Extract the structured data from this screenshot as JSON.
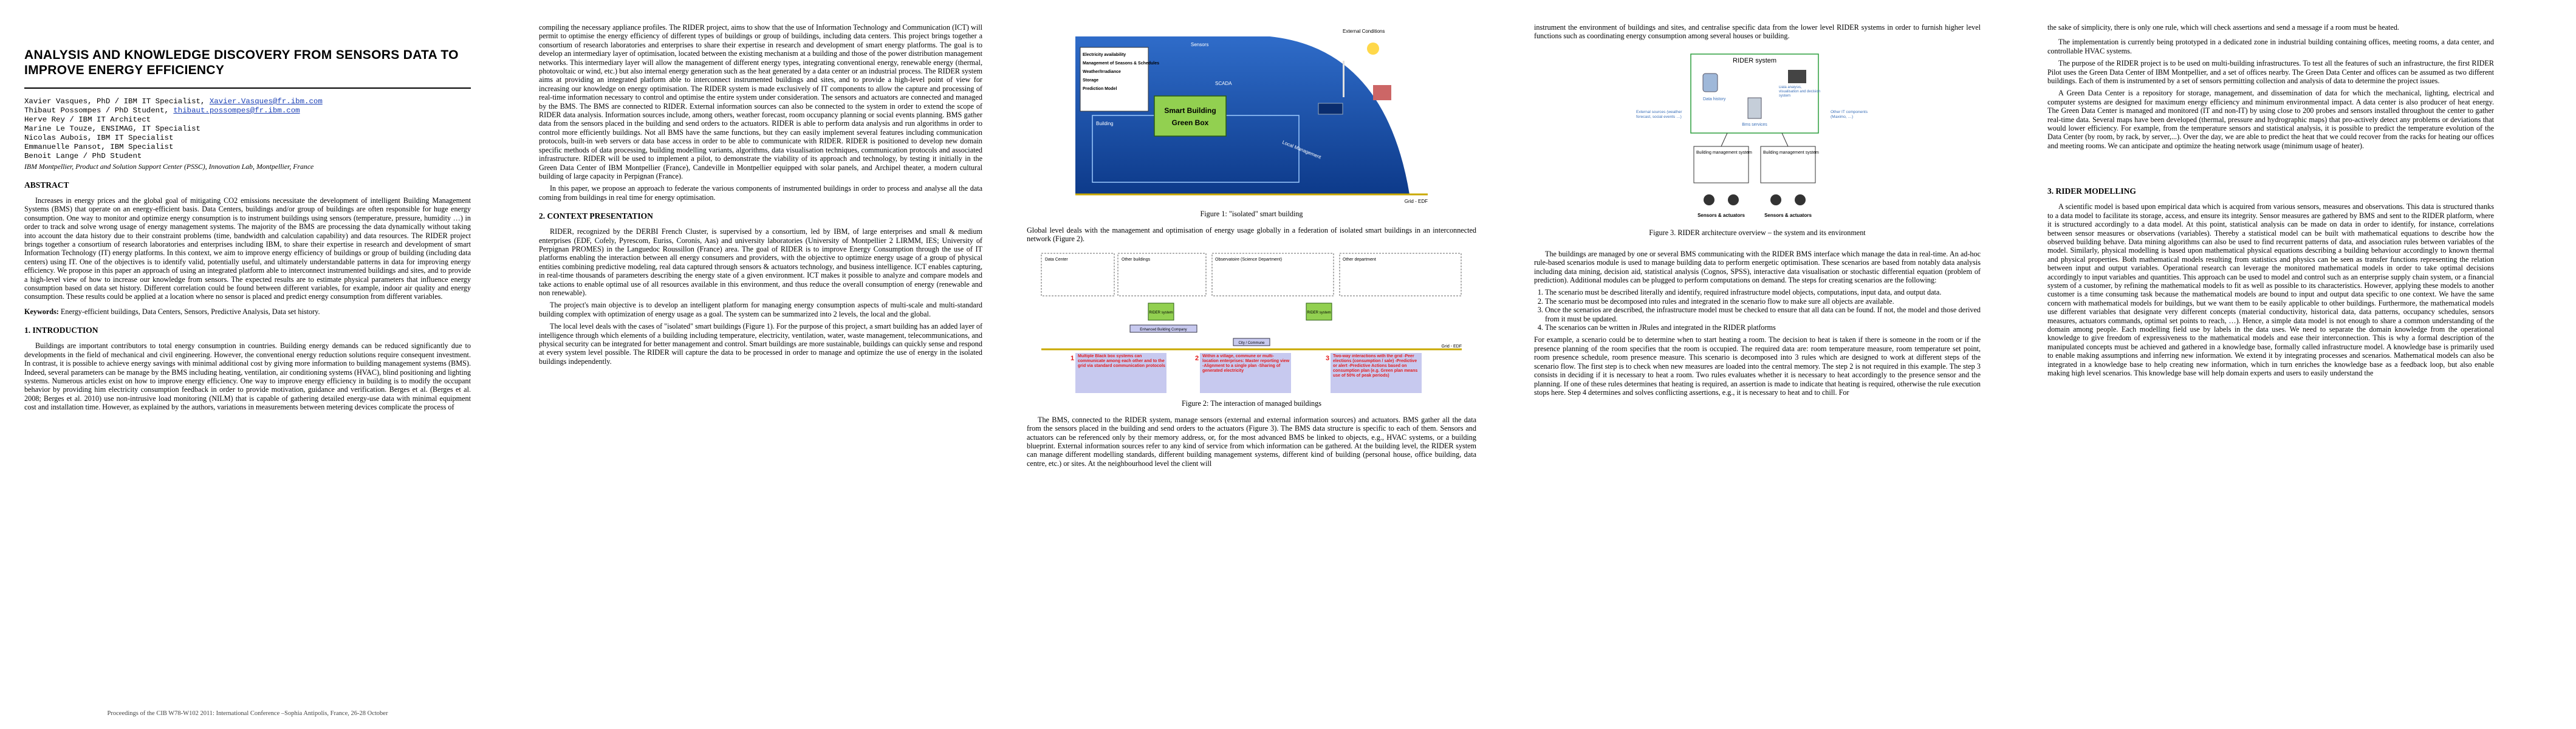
{
  "p1": {
    "title": "ANALYSIS AND KNOWLEDGE DISCOVERY FROM SENSORS DATA TO IMPROVE ENERGY EFFICIENCY",
    "authors": [
      {
        "text": "Xavier Vasques, PhD / IBM IT Specialist, ",
        "email": "Xavier.Vasques@fr.ibm.com"
      },
      {
        "text": "Thibaut Possompes / PhD Student, ",
        "email": "thibaut.possompes@fr.ibm.com"
      },
      {
        "text": "Herve Rey / IBM IT Architect",
        "email": ""
      },
      {
        "text": "Marine Le Touze, ENSIMAG, IT Specialist",
        "email": ""
      },
      {
        "text": "Nicolas Aubois, IBM IT Specialist",
        "email": ""
      },
      {
        "text": "Emmanuelle Pansot, IBM Specialist",
        "email": ""
      },
      {
        "text": "Benoit Lange / PhD Student",
        "email": ""
      }
    ],
    "affiliation": "IBM Montpellier, Product and Solution Support Center (PSSC), Innovation Lab, Montpellier, France",
    "abstract_heading": "ABSTRACT",
    "abstract": "Increases in energy prices and the global goal of mitigating CO2 emissions necessitate the development of intelligent Building Management Systems (BMS) that operate on an energy-efficient basis. Data Centers, buildings and/or group of buildings are often responsible for huge energy consumption. One way to monitor and optimize energy consumption is to instrument buildings using sensors (temperature, pressure, humidity …) in order to track and solve wrong usage of energy management systems. The majority of the BMS are processing the data dynamically without taking into account the data history due to their constraint problems (time, bandwidth and calculation capability) and data resources. The RIDER project brings together a consortium of research laboratories and enterprises including IBM, to share their expertise in research and development of smart Information Technology (IT) energy platforms. In this context, we aim to improve energy efficiency of buildings or group of building (including data centers) using IT. One of the objectives is to identify valid, potentially useful, and ultimately understandable patterns in data for improving energy efficiency. We propose in this paper an approach of using an integrated platform able to interconnect instrumented buildings and sites, and to provide a high-level view of how to increase our knowledge from sensors. The expected results are to estimate physical parameters that influence energy consumption based on data set history. Different correlation could be found between different variables, for example, indoor air quality and energy consumption. These results could be applied at a location where no sensor is placed and predict energy consumption from different variables.",
    "keywords_label": "Keywords:",
    "keywords": " Energy-efficient buildings, Data Centers, Sensors, Predictive Analysis, Data set history.",
    "intro_heading": "1. INTRODUCTION",
    "intro": "Buildings are important contributors to total energy consumption in countries. Building energy demands can be reduced significantly due to developments in the field of mechanical and civil engineering. However, the conventional energy reduction solutions require consequent investment. In contrast, it is possible to achieve energy savings with minimal additional cost by giving more information to building management systems (BMS). Indeed, several parameters can be manage by the BMS including heating, ventilation, air conditioning systems (HVAC), blind positioning and lighting systems. Numerous articles exist on how to improve energy efficiency. One way to improve energy efficiency in building is to modify the occupant behavior by providing him electricity consumption feedback in order to provide motivation, guidance and verification. Berges et al. (Berges et al. 2008; Berges et al. 2010) use non-intrusive load monitoring (NILM) that is capable of gathering detailed energy-use data with minimal equipment cost and installation time. However, as explained by the authors, variations in measurements between metering devices complicate the process of",
    "footer": "Proceedings of the CIB W78-W102 2011: International Conference –Sophia Antipolis, France, 26-28 October"
  },
  "p2": {
    "para1": "compiling the necessary appliance profiles. The RIDER project, aims to show that the use of Information Technology and Communication (ICT) will permit to optimise the energy efficiency of different types of buildings or group of buildings, including data centers. This project brings together a consortium of research laboratories and enterprises to share their expertise in research and development of smart energy platforms. The goal is to develop an intermediary layer of optimisation, located between the existing mechanism at a building and those of the power distribution management networks. This intermediary layer will allow the management of different energy types, integrating conventional energy, renewable energy (thermal, photovoltaic or wind, etc.) but also internal energy generation such as the heat generated by a data center or an industrial process. The RIDER system aims at providing an integrated platform able to interconnect instrumented buildings and sites, and to provide a high-level point of view for increasing our knowledge on energy optimisation. The RIDER system is made exclusively of IT components to allow the capture and processing of real-time information necessary to control and optimise the entire system under consideration. The sensors and actuators are connected and managed by the BMS. The BMS are connected to RIDER. External information sources can also be connected to the system in order to extend the scope of RIDER data analysis. Information sources include, among others, weather forecast, room occupancy planning or social events planning. BMS gather data from the sensors placed in the building and send orders to the actuators. RIDER is able to perform data analysis and run algorithms in order to control more efficiently buildings. Not all BMS have the same functions, but they can easily implement several features including communication protocols, built-in web servers or data base access in order to be able to communicate with RIDER. RIDER is positioned to develop new domain specific methods of data processing, building modelling variants, algorithms, data visualisation techniques, communication protocols and associated infrastructure. RIDER will be used to implement a pilot, to demonstrate the viability of its approach and technology, by testing it initially in the Green Data Center of IBM Montpellier (France), Candeville in Montpellier equipped with solar panels, and Archipel theater, a modern cultural building of large capacity in Perpignan (France).",
    "para2": "In this paper, we propose an approach to federate the various components of instrumented buildings in order to process and analyse all the data coming from buildings in real time for energy optimisation.",
    "heading": "2. CONTEXT PRESENTATION",
    "para3": "RIDER, recognized by the DERBI French Cluster, is supervised by a consortium, led by IBM, of large enterprises and small & medium enterprises (EDF, Cofely, Pyrescom, Euriss, Coronis, Aas) and university laboratories (University of Montpellier 2 LIRMM, IES; University of Perpignan PROMES) in the Languedoc Roussillon (France) area. The goal of RIDER is to improve Energy Consumption through the use of IT platforms enabling the interaction between all energy consumers and providers, with the objective to optimize energy usage of a group of physical entities combining predictive modeling, real data captured through sensors & actuators technology, and business intelligence. ICT enables capturing, in real-time thousands of parameters describing the energy state of a given environment. ICT makes it possible to analyze and compare models and take actions to enable optimal use of all resources available in this environment, and thus reduce the overall consumption of energy (renewable and non renewable).",
    "para4": "The project's main objective is to develop an intelligent platform for managing energy consumption aspects of multi-scale and multi-standard building complex with optimization of energy usage as a goal. The system can be summarized into 2 levels, the local and the global.",
    "para5": "The local level deals with the cases of \"isolated\" smart buildings (Figure 1). For the purpose of this project, a smart building has an added layer of intelligence through which elements of a building including temperature, electricity, ventilation, water, waste management, telecommunications, and physical security can be integrated for better management and control. Smart buildings are more sustainable, buildings can quickly sense and respond at every system level possible. The RIDER will capture the data to be processed in order to manage and optimize the use of energy in the isolated buildings independently."
  },
  "fig1": {
    "sensors": "Sensors",
    "external": "External Conditions",
    "items": [
      "Electricity availability",
      "Management of Seasons & Schedules",
      "Weather/Irradiance",
      "Storage",
      "Prediction Model"
    ],
    "building": "Building",
    "smart": "Smart Building",
    "greenbox": "Green Box",
    "local": "Local Management",
    "scada": "SCADA",
    "grid": "Grid - EDF",
    "caption": "Figure 1: \"isolated\" smart building"
  },
  "p3": {
    "para1": "Global level deals with the management and optimisation of energy usage globally in a federation of isolated smart buildings in an interconnected network (Figure 2).",
    "para2": "The BMS, connected to the RIDER system, manage sensors (external and external information sources) and actuators. BMS gather all the data from the sensors placed in the building and send orders to the actuators (Figure 3). The BMS data structure is specific to each of them. Sensors and actuators can be referenced only by their memory address, or, for the most advanced BMS be linked to objects, e.g., HVAC systems, or a building blueprint. External information sources refer to any kind of service from which information can be gathered. At the building level, the RIDER system can manage different modelling standards, different building management systems, different kind of building (personal house, office building, data centre, etc.) or sites. At the neighbourhood level the client will"
  },
  "fig2": {
    "boxes": [
      "Data Center",
      "Other buildings",
      "Observatoire (Science Department)",
      "Other department"
    ],
    "rider": "RIDER system",
    "ebc": "Enhanced Building Company",
    "city": "City / Commune",
    "grid": "Grid - EDF",
    "n1": "1",
    "n2": "2",
    "n3": "3",
    "t1": "Multiple Black box systems can communicate among each other and to the grid via standard communication protocols",
    "t2": "Within a village, commune or multi-location enterprises: Master reporting view -Alignment to a single plan -Sharing of generated electricity",
    "t3": "Two-way interactions with the grid -Peer elections (consumption / sale) -Predictive or alert -Predictive Actions based on consumption plan (e.g. Green plan means use of 50% of peak periods)",
    "caption": "Figure 2: The interaction of managed buildings"
  },
  "p4": {
    "para1": "instrument the environment of buildings and sites, and centralise specific data from the lower level RIDER systems in order to furnish higher level functions such as coordinating energy consumption among several houses or building.",
    "para2": "The buildings are managed by one or several BMS communicating with the RIDER BMS interface which manage the data in real-time. An ad-hoc rule-based scenarios module is used to manage building data to perform energetic optimisation. These scenarios are based from notably data analysis including data mining, decision aid, statistical analysis (Cognos, SPSS), interactive data visualisation or stochastic differential equation (problem of prediction). Additional modules can be plugged to perform computations on demand. The steps for creating scenarios are the following:",
    "steps": [
      "The scenario must be described literally and identify, required infrastructure model objects, computations, input data, and output data.",
      "The scenario must be decomposed into rules and integrated in the scenario flow to make sure all objects are available.",
      "Once the scenarios are described, the infrastructure model must be checked to ensure that all data can be found. If not, the model and those derived from it must be updated.",
      "The scenarios can be written in JRules and integrated in the RIDER platforms"
    ],
    "para3": "For example, a scenario could be to determine when to start heating a room. The decision to heat is taken if there is someone in the room or if the presence planning of the room specifies that the room is occupied. The required data are: room temperature measure, room temperature set point, room presence schedule, room presence measure. This scenario is decomposed into 3 rules which are designed to work at different steps of the scenario flow. The first step is to check when new measures are loaded into the central memory. The step 2 is not required in this example. The step 3 consists in deciding if it is necessary to heat a room. Two rules evaluates whether it is necessary to heat accordingly to the presence sensor and the planning. If one of these rules determines that heating is required, an assertion is made to indicate that heating is required, otherwise the rule execution stops here. Step 4 determines and solves conflicting assertions, e.g., it is necessary to heat and to chill. For"
  },
  "fig3": {
    "rider": "RIDER system",
    "history": "Data history",
    "analysis": "Data analysis, visualisation and decision system",
    "bms": "Bms services",
    "external": "External sources (weather forecast, social events …)",
    "other": "Other IT components (Maximo, …)",
    "b1": "Building management system",
    "b2": "Building management system",
    "s1": "Sensors & actuators",
    "s2": "Sensors & actuators",
    "caption": "Figure 3. RIDER architecture overview – the system and its environment"
  },
  "p5": {
    "para1": "the sake of simplicity, there is only one rule, which will check assertions and send a message if a room must be heated.",
    "para2": "The implementation is currently being prototyped in a dedicated zone in industrial building containing offices, meeting rooms, a data center, and controllable HVAC systems.",
    "para3": "The purpose of the RIDER project is to be used on multi-building infrastructures. To test all the features of such an infrastructure, the first RIDER Pilot uses the Green Data Center of IBM Montpellier, and a set of offices nearby. The Green Data Center and offices can be assumed as two different buildings. Each of them is instrumented by a set of sensors permitting collection and analysis of data to determine the project issues.",
    "para4": "A Green Data Center is a repository for storage, management, and dissemination of data for which the mechanical, lighting, electrical and computer systems are designed for maximum energy efficiency and minimum environmental impact. A data center is also producer of heat energy. The Green Data Center is managed and monitored (IT and non-IT) by using close to 200 probes and sensors installed throughout the center to gather real-time data. Several maps have been developed (thermal, pressure and hydrographic maps) that pro-actively detect any problems or deviations that would lower efficiency. For example, from the temperature sensors and statistical analysis, it is possible to predict the temperature evolution of the Data Center (by room, by rack, by server,...). Over the day, we are able to predict the heat that we could recover from the racks for heating our offices and meeting rooms. We can anticipate and optimize the heating network usage (minimum usage of heater).",
    "heading": "3. RIDER MODELLING",
    "para5": "A scientific model is based upon empirical data which is acquired from various sensors, measures and observations. This data is structured thanks to a data model to facilitate its storage, access, and ensure its integrity. Sensor measures are gathered by BMS and sent to the RIDER platform, where it is structured accordingly to a data model. At this point, statistical analysis can be made on data in order to identify, for instance, correlations between sensor measures or observations (variables). Thereby a statistical model can be built with mathematical equations to describe how the observed building behave. Data mining algorithms can also be used to find recurrent patterns of data, and association rules between variables of the model. Similarly, physical modelling is based upon mathematical physical equations describing a building behaviour accordingly to known thermal and physical properties. Both mathematical models resulting from statistics and physics can be seen as transfer functions representing the relation between input and output variables. Operational research can leverage the monitored mathematical models in order to take optimal decisions accordingly to input variables and quantities. This approach can be used to model and control such as an enterprise supply chain system, or a financial system of a customer, by refining the mathematical models to fit as well as possible to its characteristics. However, applying these models to another customer is a time consuming task because the mathematical models are bound to input and output data specific to one context. We have the same concern with mathematical models for buildings, but we want them to be easily applicable to other buildings. Furthermore, the mathematical models use different variables that designate very different concepts (material conductivity, historical data, data patterns, occupancy schedules, sensors measures, actuators commands, optimal set points to reach, …). Hence, a simple data model is not enough to share a common understanding of the domain among people. Each modelling field use by labels in the data uses. We need to separate the domain knowledge from the operational knowledge to give freedom of expressiveness to the mathematical models and ease their interconnection. This is why a formal description of the manipulated concepts must be achieved and gathered in a knowledge base, formally called infrastructure model. A knowledge base is primarily used to enable making assumptions and inferring new information. We extend it by integrating processes and scenarios. Mathematical models can also be integrated in a knowledge base to help creating new information, which in turn enriches the knowledge base as a feedback loop, but also enable making high level scenarios. This knowledge base will help domain experts and users to easily understand the"
  },
  "colors": {
    "link": "#1a3fb5",
    "green": "#92d050",
    "blue": "#1f4e9c",
    "red": "#e31c1c",
    "lilac": "#c7c9ef"
  }
}
